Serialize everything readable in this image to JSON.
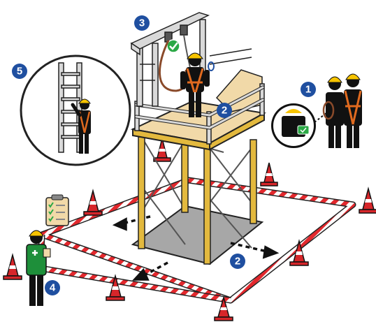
{
  "colors": {
    "badge": "#1f4fa0",
    "hard_hat": "#f7c400",
    "harness": "#e06a1f",
    "platform_deck": "#f1d9a8",
    "scaffold_legs": "#e3b93e",
    "scaffold_frame": "#d9d9d9",
    "barrier_red": "#e2282d",
    "cone_red": "#d6262a",
    "inspector_vest": "#1e8f3a",
    "check_green": "#2aa845",
    "ground_patch": "#a7a7a7"
  },
  "icons": [
    "check-icon",
    "carabiner-icon",
    "clipboard-icon",
    "ladder-icon",
    "lanyard-icon"
  ],
  "badges": [
    {
      "id": "1",
      "label": "1"
    },
    {
      "id": "2a",
      "label": "2"
    },
    {
      "id": "2b",
      "label": "2"
    },
    {
      "id": "3",
      "label": "3"
    },
    {
      "id": "4",
      "label": "4"
    },
    {
      "id": "5",
      "label": "5"
    }
  ]
}
